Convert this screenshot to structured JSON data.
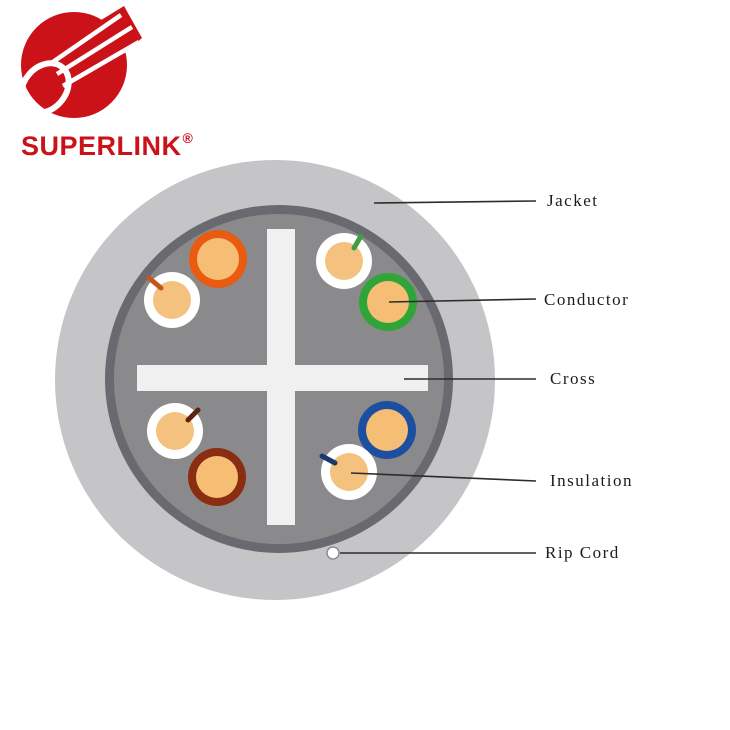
{
  "logo": {
    "brand": "SUPERLINK",
    "registered": "®",
    "brand_color": "#CB1219"
  },
  "diagram": {
    "labels": [
      {
        "id": "jacket",
        "text": "Jacket"
      },
      {
        "id": "conductor",
        "text": "Conductor"
      },
      {
        "id": "cross",
        "text": "Cross"
      },
      {
        "id": "insulation",
        "text": "Insulation"
      },
      {
        "id": "rip-cord",
        "text": "Rip Cord"
      }
    ],
    "colors": {
      "jacket_outer": "#C5C5C7",
      "inner_rim": "#696970",
      "inner_fill": "#8A8A8D",
      "cross": "#F0F0F1",
      "conductor_tan": "#F5BE74",
      "conductor_tan_light": "#F4C17E",
      "white_ring": "#FFFFFF",
      "ring_orange": "#E95B10",
      "ring_green": "#2FA437",
      "ring_blue": "#1C4F9F",
      "ring_brown": "#8A2D10",
      "tick_orange": "#C2571E",
      "tick_green": "#3F9E3F",
      "tick_brown": "#5B2410",
      "tick_blue": "#1A3A6B",
      "rip_cord_fill": "#FFFFFF",
      "rip_cord_stroke": "#8E8E91",
      "leader_line": "#2D2D2D",
      "logo_red": "#CB1219"
    }
  }
}
